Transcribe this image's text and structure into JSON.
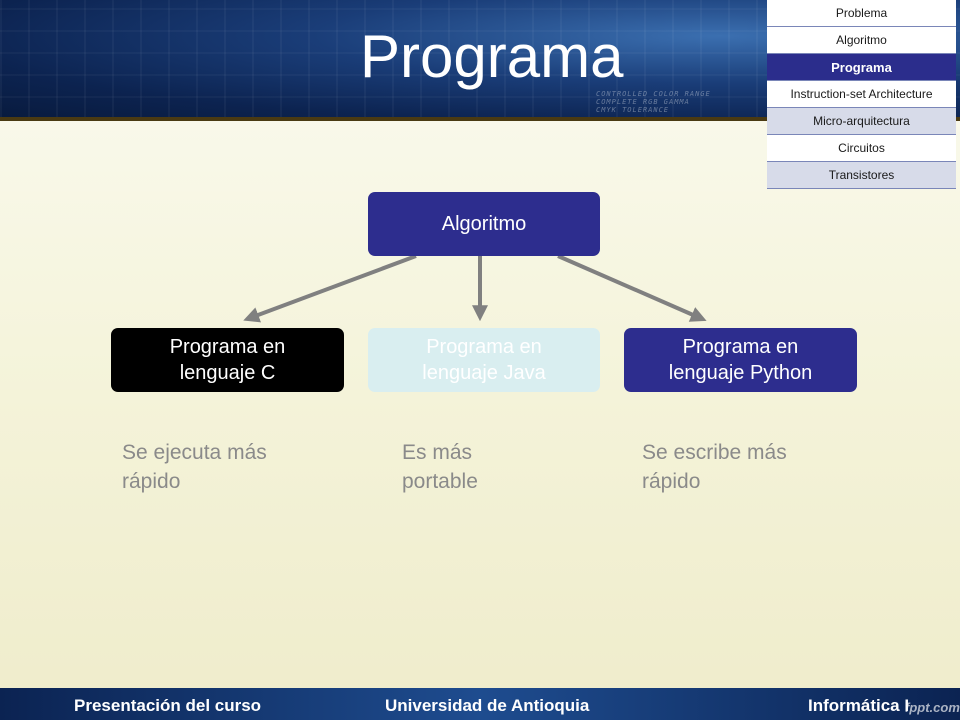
{
  "slide": {
    "title": "Programa"
  },
  "header_decoration": {
    "lines": [
      "CONTROLLED COLOR RANGE",
      "COMPLETE RGB GAMMA",
      "CMYK TOLERANCE"
    ]
  },
  "nav": {
    "items": [
      {
        "label": "Problema",
        "style": "white"
      },
      {
        "label": "Algoritmo",
        "style": "white"
      },
      {
        "label": "Programa",
        "style": "active"
      },
      {
        "label": "Instruction-set Architecture",
        "style": "white"
      },
      {
        "label": "Micro-arquitectura",
        "style": "light"
      },
      {
        "label": "Circuitos",
        "style": "white"
      },
      {
        "label": "Transistores",
        "style": "light"
      }
    ]
  },
  "diagram": {
    "root": "Algoritmo",
    "children": [
      {
        "label": "Programa en lenguaje C",
        "line1": "Programa en",
        "line2": "lenguaje C",
        "note1": "Se ejecuta más",
        "note2": "rápido"
      },
      {
        "label": "Programa en lenguaje Java",
        "line1": "Programa en",
        "line2": "lenguaje Java",
        "note1": "Es más",
        "note2": "portable"
      },
      {
        "label": "Programa en lenguaje Python",
        "line1": "Programa en",
        "line2": "lenguaje Python",
        "note1": "Se escribe más",
        "note2": "rápido"
      }
    ],
    "colors": {
      "root": "#2d2d8e",
      "c": "#000000",
      "java": "#d9eef0",
      "python": "#2d2d8e",
      "arrow": "#808080",
      "note": "#8a8a8a"
    }
  },
  "footer": {
    "left": "Presentación del curso",
    "center": "Universidad de Antioquia",
    "right": "Informática I",
    "watermark": "fppt.com"
  }
}
